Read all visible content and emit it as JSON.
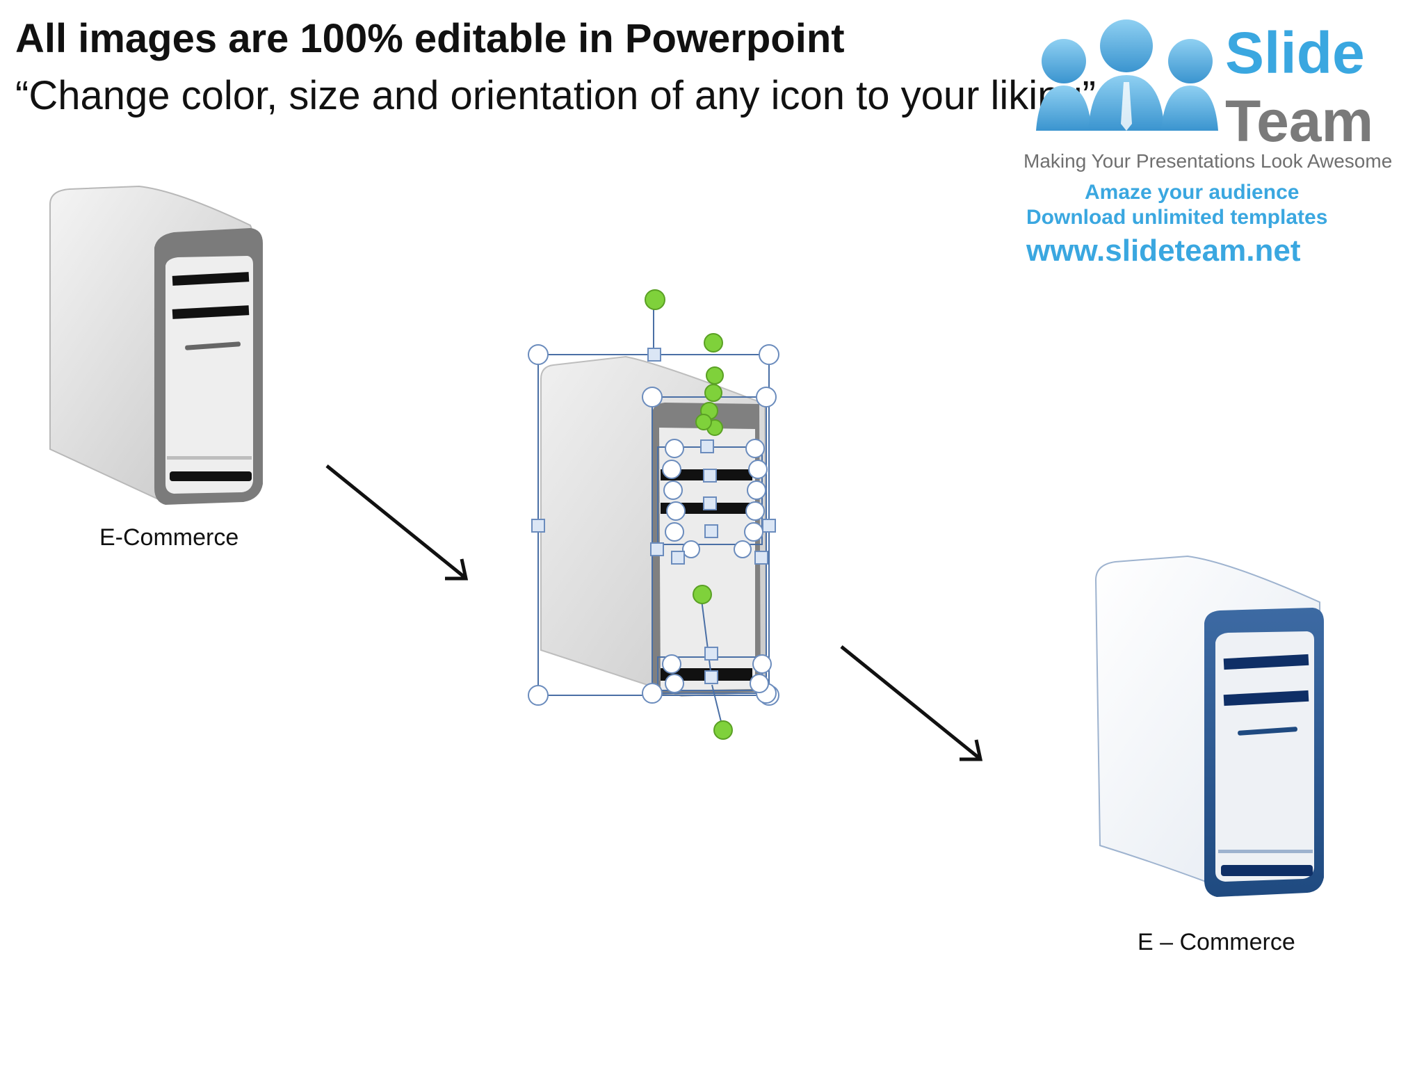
{
  "slide": {
    "title": "All images are 100% editable in Powerpoint",
    "subtitle": "“Change color, size and orientation of any icon to your liking”"
  },
  "logo": {
    "brand_top": "Slide",
    "brand_bottom": "Team",
    "tagline": "Making Your Presentations Look Awesome",
    "line1": "Amaze your audience",
    "line2": "Download unlimited templates",
    "url": "www.slideteam.net",
    "color": "#3aa7e0"
  },
  "icons": {
    "left_label": "E-Commerce",
    "right_label": "E – Commerce",
    "gray": "#8a8a8a",
    "blue": "#2e5f98",
    "selection_handle_color": "#7fd13b"
  }
}
